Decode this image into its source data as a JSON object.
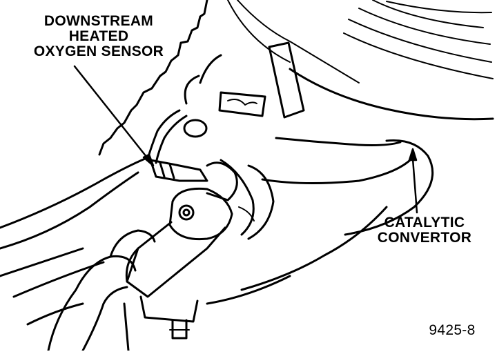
{
  "labels": {
    "sensor_line1": "DOWNSTREAM",
    "sensor_line2": "HEATED",
    "sensor_line3": "OXYGEN SENSOR",
    "catalytic_line1": "CATALYTIC",
    "catalytic_line2": "CONVERTOR",
    "figure_number": "9425-8"
  },
  "colors": {
    "ink": "#000000",
    "paper": "#ffffff"
  }
}
